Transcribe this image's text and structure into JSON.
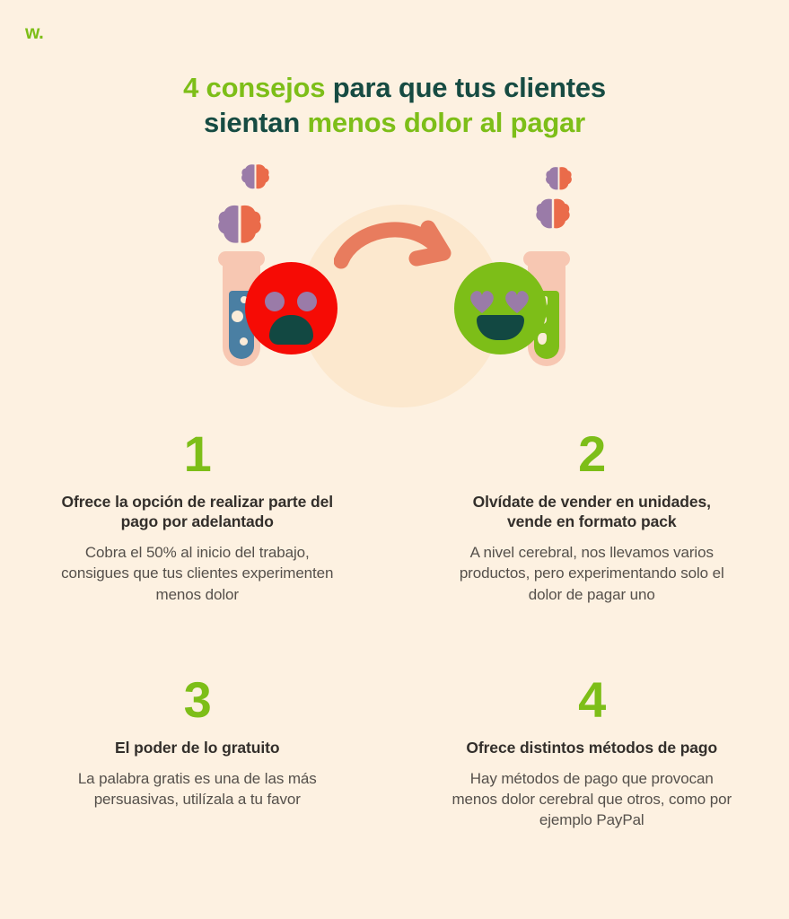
{
  "brand": {
    "logo_text": "w.",
    "logo_color": "#7DBE18"
  },
  "colors": {
    "background": "#FDF1E1",
    "accent_green": "#7DBE18",
    "dark_teal": "#164B42",
    "heading_text": "#332F2B",
    "body_text": "#55504B",
    "circle_bg": "#FCE8CE",
    "arrow": "#E87C5E",
    "sad_face": "#F60B05",
    "happy_face": "#7DBE18",
    "brain_left": "#9A7BA8",
    "brain_right": "#EA6B4A",
    "tube_glass": "#F7C7B2",
    "liquid_blue": "#4A7FA3",
    "liquid_green": "#7DBE18",
    "mouth": "#124842",
    "eyes": "#9A7BA8"
  },
  "title": {
    "line1_part1": "4 consejos",
    "line1_part2": " para que tus clientes",
    "line2_part1": "sientan",
    "line2_part2": " menos dolor al pagar"
  },
  "illustration": {
    "left_tube_label": "test-tube-blue",
    "right_tube_label": "test-tube-green",
    "arrow_label": "curved-arrow-right",
    "sad_face_label": "sad-face-emoji",
    "happy_face_label": "heart-eyes-face-emoji",
    "brain_label": "brain-icon"
  },
  "tips": [
    {
      "number": "1",
      "heading": "Ofrece la opción de realizar parte del pago por adelantado",
      "body": "Cobra el 50% al inicio del trabajo, consigues que tus clientes experimenten menos dolor"
    },
    {
      "number": "2",
      "heading": "Olvídate de vender en unidades, vende en formato pack",
      "body": "A nivel cerebral, nos llevamos varios productos, pero experimentando solo el dolor de pagar uno"
    },
    {
      "number": "3",
      "heading": "El poder de lo gratuito",
      "body": "La palabra gratis es una de las más persuasivas, utilízala a tu favor"
    },
    {
      "number": "4",
      "heading": "Ofrece distintos métodos de pago",
      "body": "Hay métodos de pago que provocan menos dolor cerebral que otros, como por ejemplo PayPal"
    }
  ]
}
